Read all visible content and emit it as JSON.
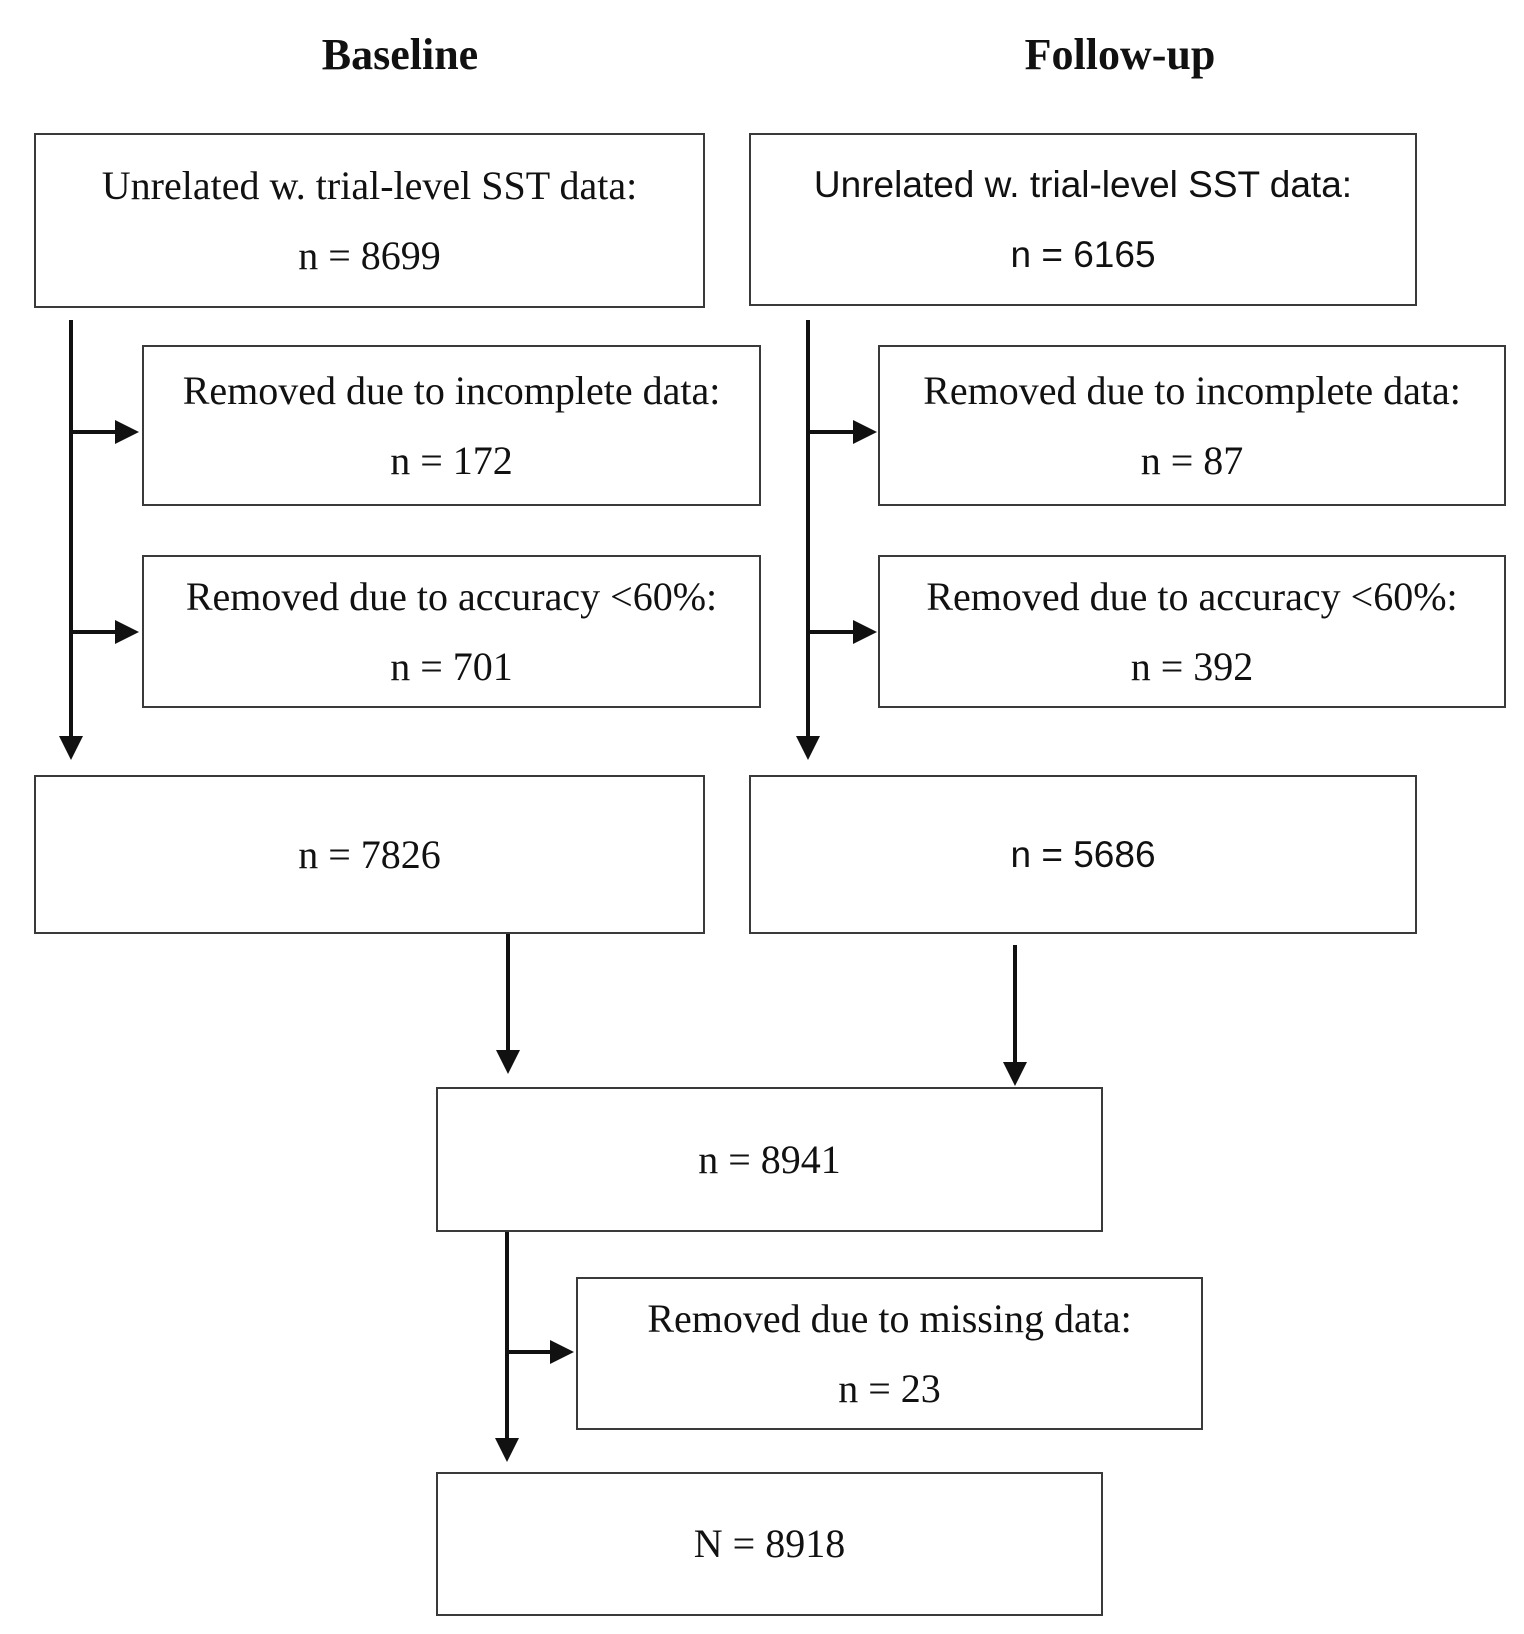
{
  "headings": {
    "baseline": "Baseline",
    "followup": "Follow-up"
  },
  "baseline": {
    "start": {
      "label": "Unrelated w. trial-level SST data:",
      "value": "n = 8699"
    },
    "removed_incomplete": {
      "label": "Removed due to incomplete data:",
      "value": "n = 172"
    },
    "removed_accuracy": {
      "label": "Removed due to accuracy <60%:",
      "value": "n = 701"
    },
    "result": {
      "value": "n = 7826"
    }
  },
  "followup": {
    "start": {
      "label": "Unrelated w. trial-level SST data:",
      "value": "n = 6165"
    },
    "removed_incomplete": {
      "label": "Removed due to incomplete data:",
      "value": "n = 87"
    },
    "removed_accuracy": {
      "label": "Removed due to accuracy <60%:",
      "value": "n = 392"
    },
    "result": {
      "value": "n = 5686"
    }
  },
  "combined": {
    "merged": {
      "value": "n = 8941"
    },
    "removed_missing": {
      "label": "Removed due to missing data:",
      "value": "n = 23"
    },
    "final": {
      "value": "N = 8918"
    }
  }
}
